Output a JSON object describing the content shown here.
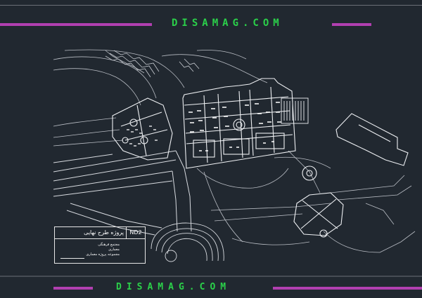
{
  "header": {
    "watermark": "DISAMAG.COM"
  },
  "footer": {
    "watermark": "DISAMAG.COM"
  },
  "title_block": {
    "code": "ND2",
    "title": "پروژه طرح نهایی",
    "line_1": "مجتمع فرهنگی",
    "line_2": "معماری",
    "line_3": "مجموعه پروژه معماری"
  },
  "colors": {
    "background": "#212830",
    "accent_bar": "#b13fb0",
    "watermark_text": "#2bd04a",
    "drawing_lines": "#d8dbe0"
  }
}
